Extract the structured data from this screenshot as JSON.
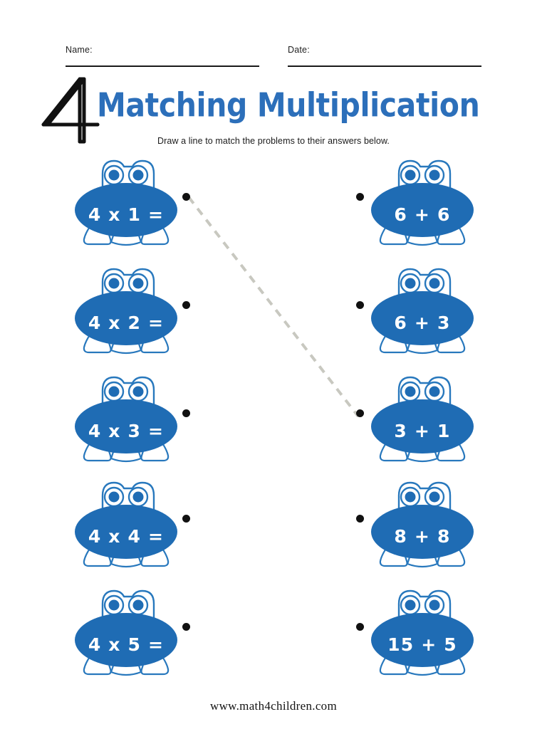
{
  "header": {
    "name_label": "Name:",
    "date_label": "Date:"
  },
  "title": {
    "number": "4",
    "heading": "Matching Multiplication",
    "instruction": "Draw a line to match the problems to their answers below."
  },
  "colors": {
    "frog_blue": "#1f6cb4",
    "frog_outline": "#2878bd",
    "title_blue": "#2c6fba",
    "dot_black": "#111111",
    "connector_gray": "#c8c8c0"
  },
  "exercise": {
    "left_column": [
      {
        "id": "problem-1",
        "text": "4 x 1 ="
      },
      {
        "id": "problem-2",
        "text": "4 x 2 ="
      },
      {
        "id": "problem-3",
        "text": "4 x 3 ="
      },
      {
        "id": "problem-4",
        "text": "4 x 4 ="
      },
      {
        "id": "problem-5",
        "text": "4 x 5 ="
      }
    ],
    "right_column": [
      {
        "id": "answer-1",
        "text": "6 + 6"
      },
      {
        "id": "answer-2",
        "text": "6 + 3"
      },
      {
        "id": "answer-3",
        "text": "3 + 1"
      },
      {
        "id": "answer-4",
        "text": "8 + 8"
      },
      {
        "id": "answer-5",
        "text": "15 + 5"
      }
    ],
    "connections": [
      {
        "from": "problem-1",
        "to": "answer-3",
        "style": "dashed"
      }
    ]
  },
  "footer": {
    "website": "www.math4children.com"
  }
}
